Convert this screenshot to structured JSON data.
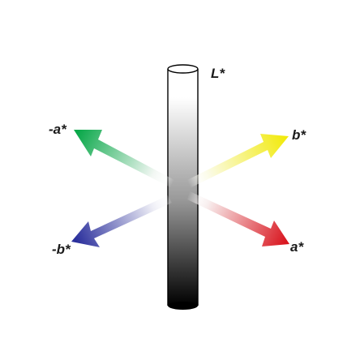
{
  "labels": {
    "lightness": "L*",
    "green": "-a*",
    "red": "a*",
    "yellow": "b*",
    "blue": "-b*"
  },
  "colors": {
    "green": "#0aa84a",
    "red": "#d9161f",
    "yellow": "#f2ea0c",
    "blue": "#2a2f9c",
    "black": "#000000",
    "white": "#ffffff"
  }
}
